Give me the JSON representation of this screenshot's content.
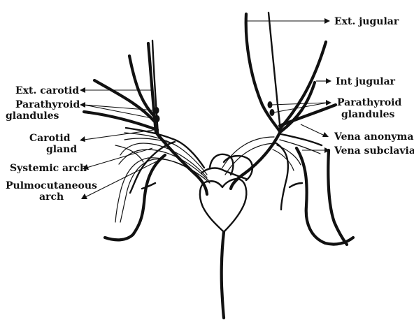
{
  "labels": {
    "ext_jugular": "Ext. jugular",
    "int_jugular": "Int jugular",
    "parathyroid_right_1": "Parathyroid",
    "parathyroid_right_2": "glandules",
    "vena_anonyma": "Vena anonyma",
    "vena_subclavia": "Vena subclavia",
    "ext_carotid": "Ext. carotid",
    "parathyroid_left_1": "Parathyroid",
    "parathyroid_left_2": "glandules",
    "carotid_gland_1": "Carotid",
    "carotid_gland_2": "gland",
    "systemic_arch": "Systemic arch",
    "pulmocutaneous_1": "Pulmocutaneous",
    "pulmocutaneous_2": "arch"
  }
}
